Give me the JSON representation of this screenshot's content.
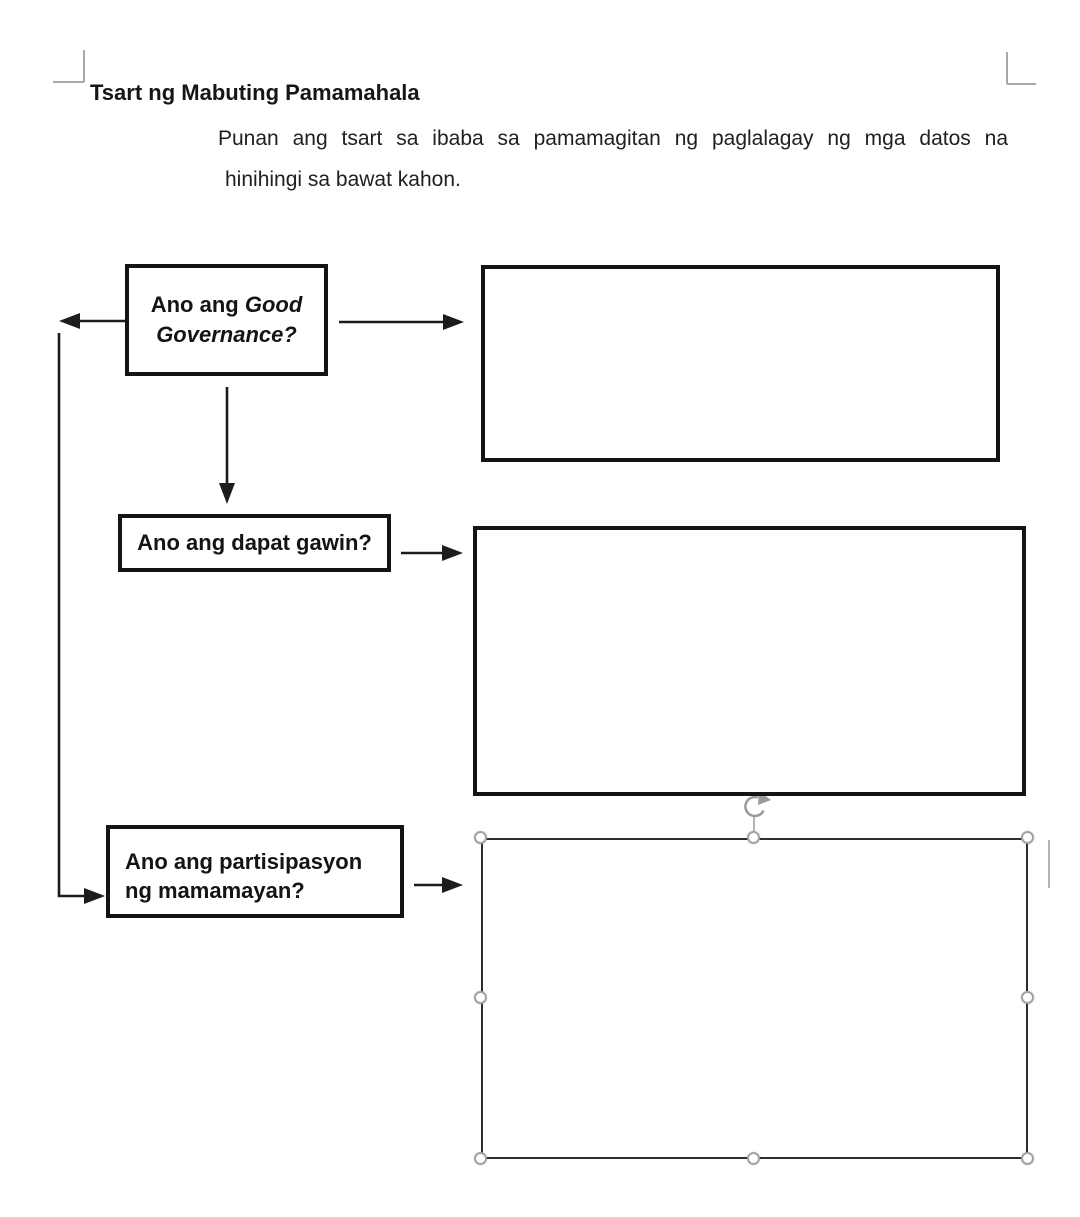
{
  "document": {
    "title": "Tsart ng Mabuting Pamamahala",
    "instructions": {
      "line1": "Punan ang tsart sa ibaba sa pamamagitan ng paglalagay ng mga datos na",
      "line2": "hinihingi sa bawat kahon."
    }
  },
  "flowchart": {
    "question1": {
      "regular": "Ano ang",
      "italic_word": "Good",
      "italic_line2": "Governance?"
    },
    "question2": {
      "label": "Ano ang dapat gawin?"
    },
    "question3": {
      "line1": "Ano ang partisipasyon",
      "line2": "ng mamamayan?"
    },
    "answer1": {
      "value": ""
    },
    "answer2": {
      "value": ""
    },
    "answer3": {
      "value": ""
    }
  },
  "selection": {
    "selected_target": "answer-box-3"
  },
  "colors": {
    "ink": "#1c1c1c",
    "border": "#141414",
    "selected-border": "#2e2e2e",
    "handle-fill": "#ffffff",
    "handle-border": "#a3a3a3",
    "muted": "#a8a8a8",
    "bg": "#ffffff"
  }
}
